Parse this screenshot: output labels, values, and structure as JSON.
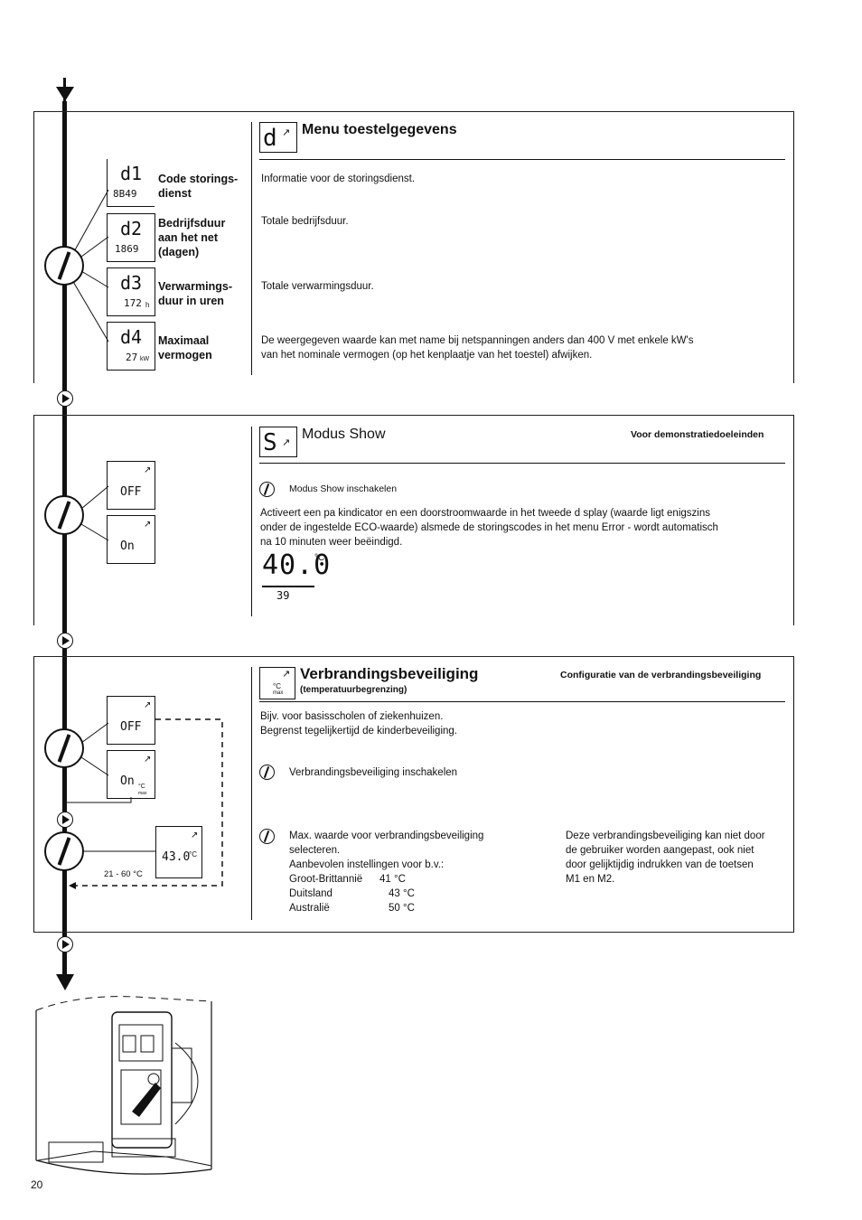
{
  "menu": {
    "symbol": "d",
    "title": "Menu toestelgegevens",
    "items": [
      {
        "code": "d1",
        "value": "8B49",
        "label1": "Code storings-",
        "label2": "dienst",
        "label3": "",
        "desc": "Informatie voor de storingsdienst."
      },
      {
        "code": "d2",
        "value": "1869",
        "label1": "Bedrijfsduur",
        "label2": "aan het net",
        "label3": "(dagen)",
        "desc": "Totale bedrijfsduur."
      },
      {
        "code": "d3",
        "value": "172",
        "unit": "h",
        "label1": "Verwarmings-",
        "label2": "duur in uren",
        "label3": "",
        "desc": "Totale verwarmingsduur."
      },
      {
        "code": "d4",
        "value": "27",
        "unit": "kW",
        "label1": "Maximaal",
        "label2": "vermogen",
        "label3": "",
        "desc1": "De weergegeven waarde kan met name bij netspanningen anders dan 400 V met enkele kW's",
        "desc2": "van het nominale vermogen (op het kenplaatje van het toestel) afwijken."
      }
    ]
  },
  "show": {
    "symbol": "S",
    "title": "Modus Show",
    "note": "Voor demonstratiedoeleinden",
    "display_off": "OFF",
    "display_on": "On",
    "step_label": "Modus Show inschakelen",
    "text1": "Activeert een pa kindicator en een doorstroomwaarde in het tweede d splay (waarde ligt enigszins",
    "text2": "onder de ingestelde ECO-waarde) alsmede de storingscodes in het menu Error - wordt automatisch",
    "text3": "na 10 minuten weer beëindigd.",
    "big_value": "40.0",
    "big_unit": "°C",
    "small_value": "39"
  },
  "burn": {
    "symbol_unit": "°C",
    "symbol_sub": "max",
    "title": "Verbrandingsbeveiliging",
    "subtitle": "(temperatuurbegrenzing)",
    "note": "Configuratie van de verbrandingsbeveiliging",
    "text1": "Bijv. voor basisscholen of ziekenhuizen.",
    "text2": "Begrenst tegelijkertijd de kinderbeveiliging.",
    "display_off": "OFF",
    "display_on": "On",
    "display_unit": "°C",
    "display_sub": "max",
    "step1": "Verbrandingsbeveiliging inschakelen",
    "range": "21 - 60 °C",
    "display_value": "43.0",
    "step2_a": "Max. waarde voor verbrandingsbeveiliging",
    "step2_b": "selecteren.",
    "step2_c": "Aanbevolen instellingen voor b.v.:",
    "countries": [
      {
        "name": "Groot-Brittannië",
        "value": "41 °C"
      },
      {
        "name": "Duitsland",
        "value": "43 °C"
      },
      {
        "name": "Australië",
        "value": "50 °C"
      }
    ],
    "side1": "Deze verbrandingsbeveiliging kan niet door",
    "side2": "de gebruiker worden aangepast, ook niet",
    "side3": "door gelijktijdig indrukken van de toetsen",
    "side4": "M1 en M2."
  },
  "page_number": "20"
}
